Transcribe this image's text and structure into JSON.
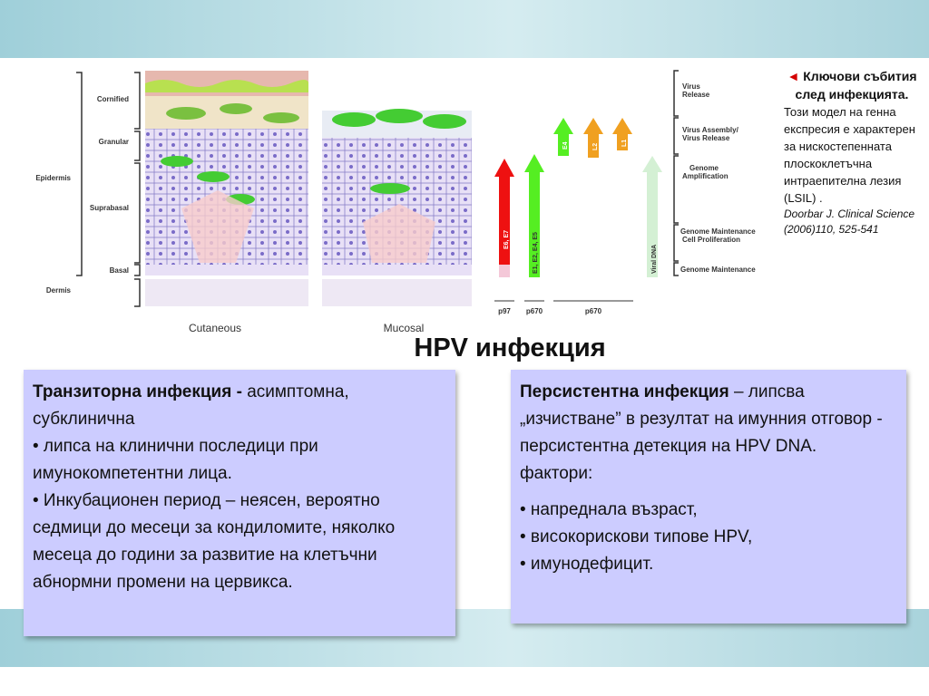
{
  "figure": {
    "layers": [
      "Cornified",
      "Granular",
      "Epidermis",
      "Suprabasal",
      "Basal",
      "Dermis"
    ],
    "panels": [
      "Cutaneous",
      "Mucosal"
    ],
    "genes": [
      "E6, E7",
      "E1, E2, E4, E5",
      "E4",
      "L2",
      "L1",
      "Viral DNA"
    ],
    "promoters": [
      "p97",
      "p670",
      "p670"
    ],
    "events": [
      "Virus Release",
      "Virus Assembly/ Virus Release",
      "Genome Amplification",
      "Genome Maintenance Cell Proliferation",
      "Genome Maintenance"
    ]
  },
  "caption": {
    "arrow": "◄",
    "key_title": "Ключови събития след инфекцията.",
    "text": "Този модел на генна експресия е характерен за нискостепенната плоскоклетъчна интраепителна лезия (LSIL) .",
    "citation": "Doorbar J. Clinical Science (2006)110, 525-541"
  },
  "title": "HPV инфекция",
  "transient": {
    "heading": "Транзиторна инфекция - ",
    "heading_rest": "асимптомна, субклинична",
    "bullet1": "• липса на клинични последици при имунокомпетентни лица.",
    "bullet2": "• Инкубационен период – неясен, вероятно седмици до месеци за кондиломите, няколко месеца до години за развитие на клетъчни абнормни промени на цервикса."
  },
  "persistent": {
    "heading": "Персистентна инфекция",
    "heading_rest": " – липсва „изчистване” в резултат на имунния отговор - персистентна детекция на HPV DNA.",
    "factors": "фактори:",
    "bullets": [
      "• напреднала възраст,",
      "• високорискови типове HPV,",
      "• имунодефицит."
    ]
  },
  "colors": {
    "box": "#ccccff",
    "band": "#9fcfd9",
    "early_gene": "#ff0000",
    "e1_gene": "#55ee22",
    "late_gene": "#f0a020",
    "viral_dna": "#cceecc"
  }
}
